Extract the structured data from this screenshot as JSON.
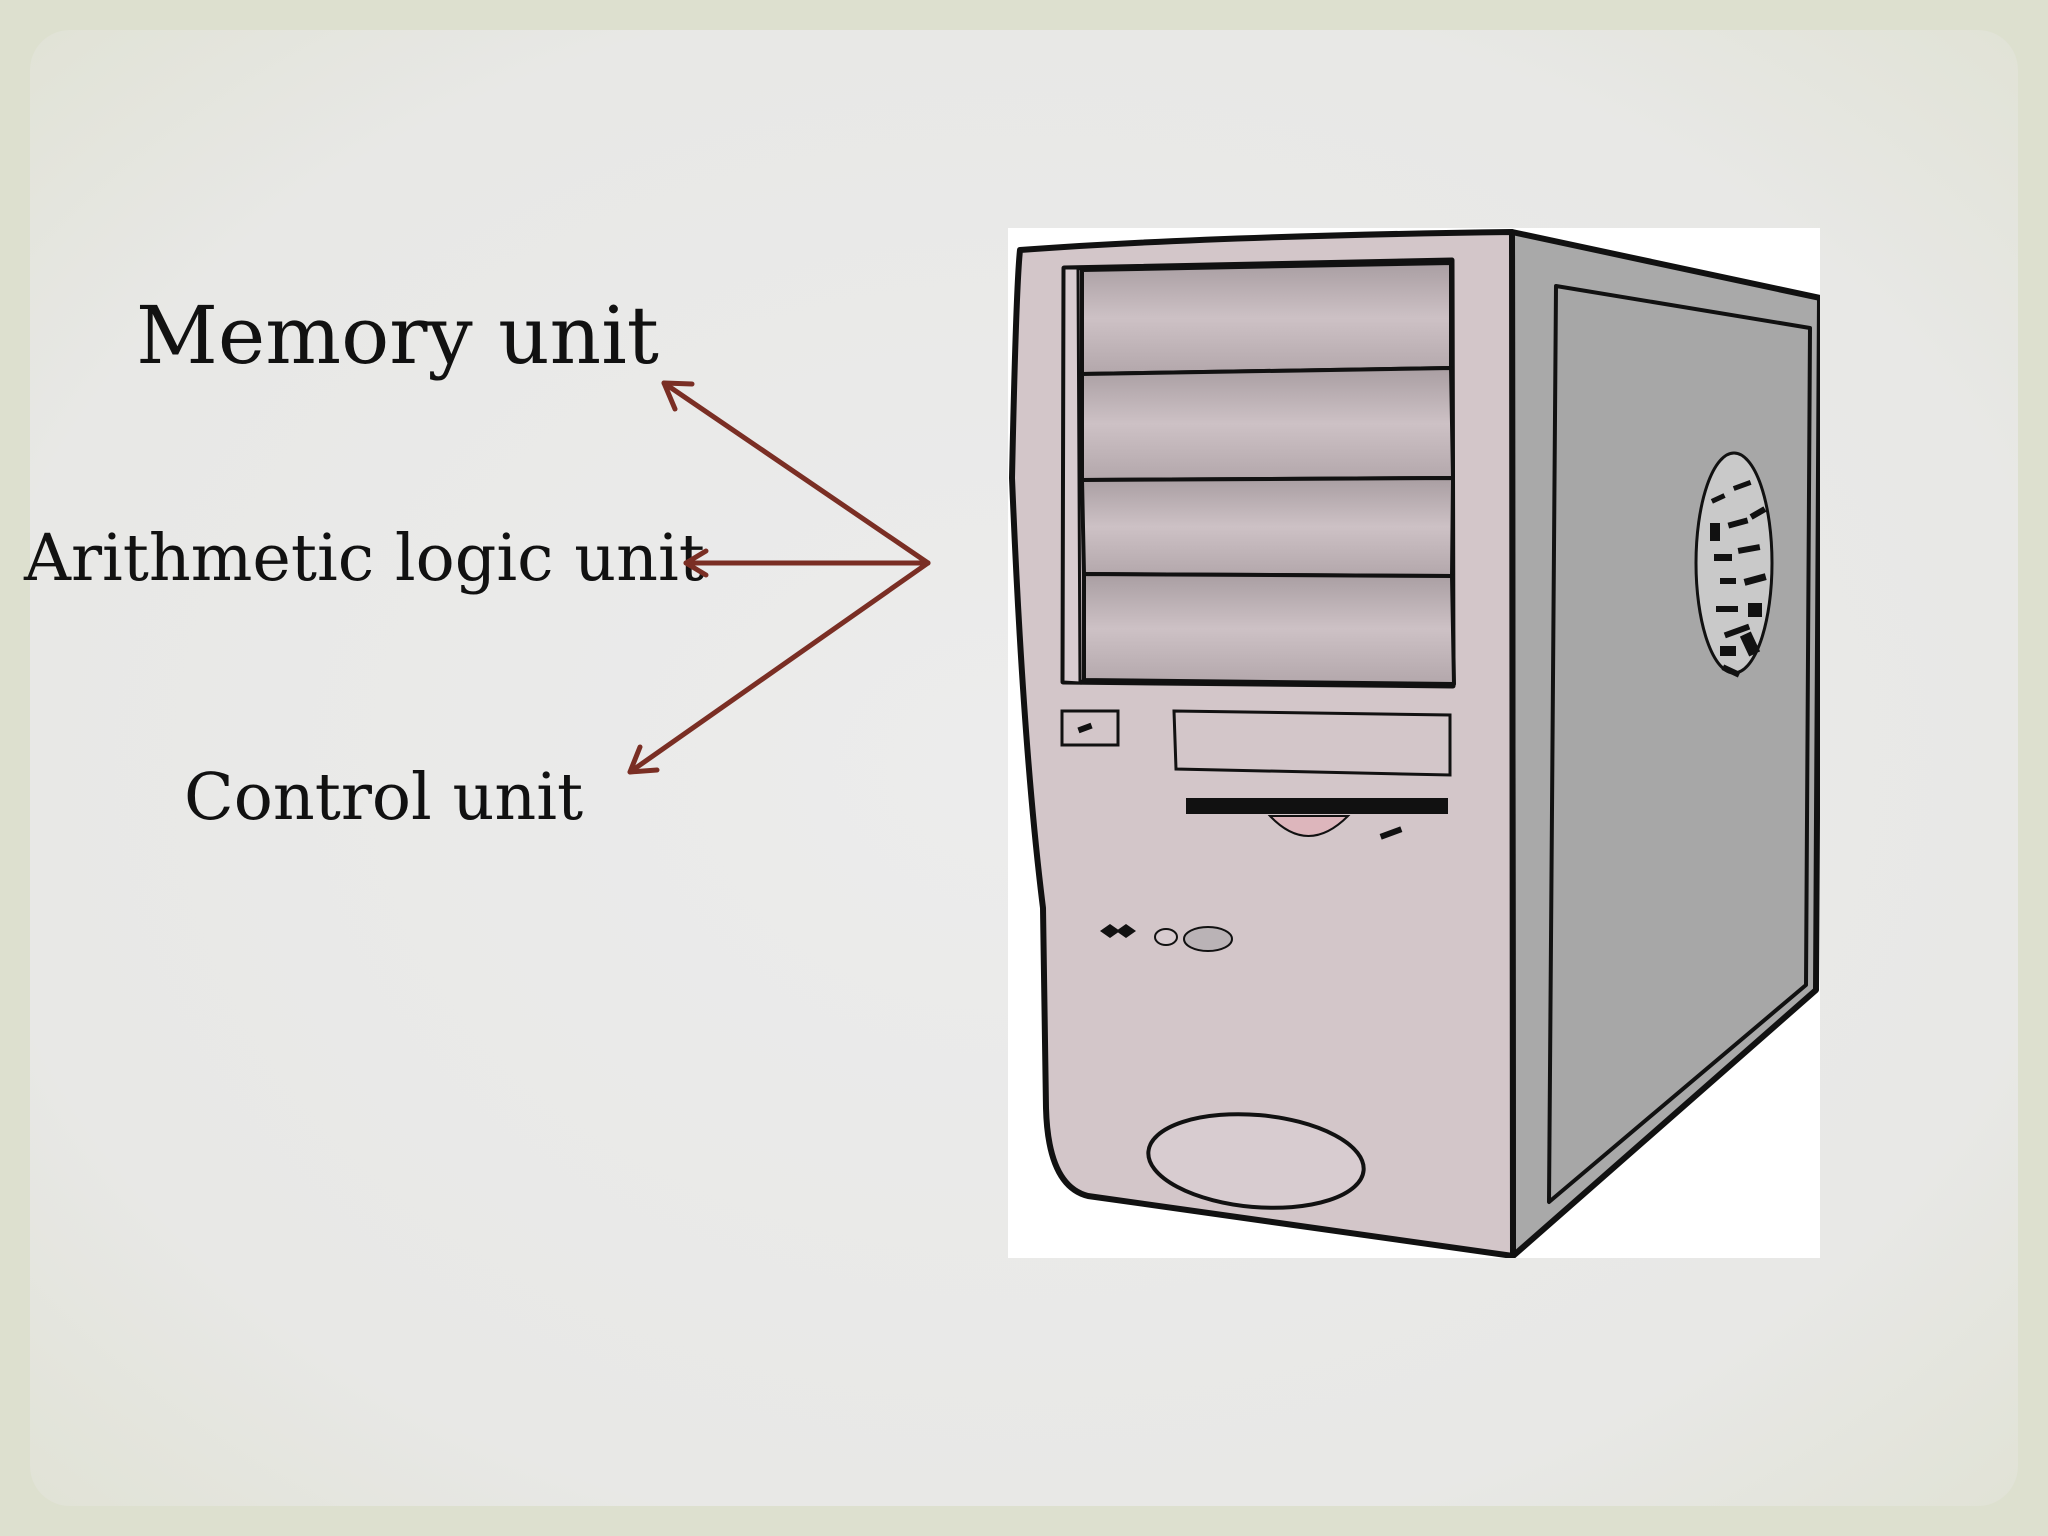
{
  "slide": {
    "labels": {
      "memory": "Memory unit",
      "alu": "Arithmetic logic unit",
      "control": "Control unit"
    },
    "colors": {
      "arrow": "#7a2e24",
      "background_center": "#ececec",
      "background_edge": "#dde0cf",
      "case_front": "#d3c6c9",
      "case_side": "#a9a9a9",
      "bay_fill": "#b9adb0"
    },
    "icons": {
      "computer": "desktop-tower-computer-icon"
    }
  }
}
